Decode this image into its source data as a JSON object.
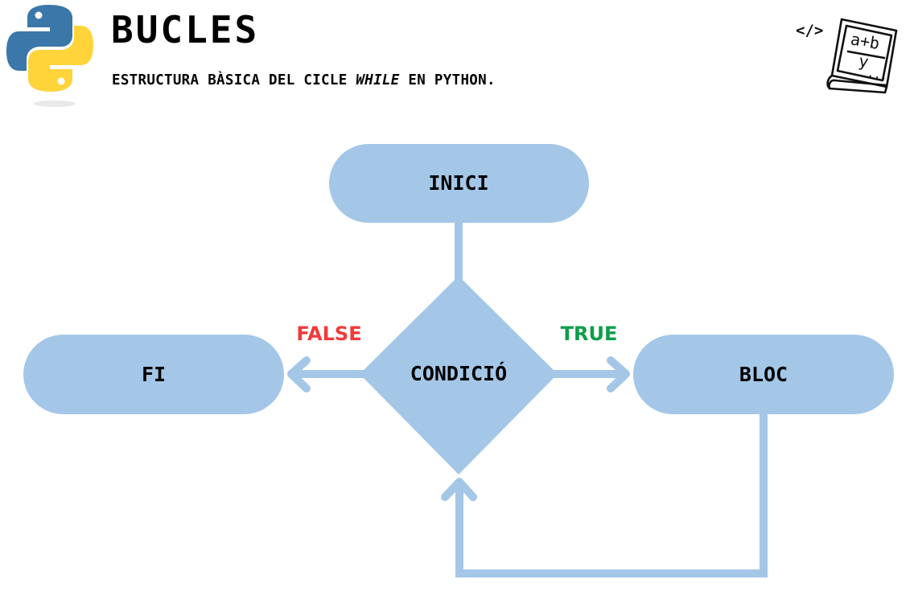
{
  "header": {
    "title": "BUCLES",
    "subtitle_before": "ESTRUCTURA BÀSICA DEL CICLE ",
    "subtitle_keyword": "WHILE",
    "subtitle_after": " EN PYTHON.",
    "logo_icon": "python-logo-icon",
    "book_icon": "code-math-book-icon",
    "code_tag": "</>",
    "book_formula_top": "a+b",
    "book_formula_bottom": "y",
    "book_dots": "..."
  },
  "diagram": {
    "start": "INICI",
    "condition": "CONDICIÓ",
    "end": "FI",
    "block": "BLOC",
    "false_label": "FALSE",
    "true_label": "TRUE"
  },
  "colors": {
    "shape_fill": "#a4c7e8",
    "false": "#f03a3a",
    "true": "#0f9d4a",
    "python_blue": "#3b77a8",
    "python_yellow": "#ffd43b"
  }
}
